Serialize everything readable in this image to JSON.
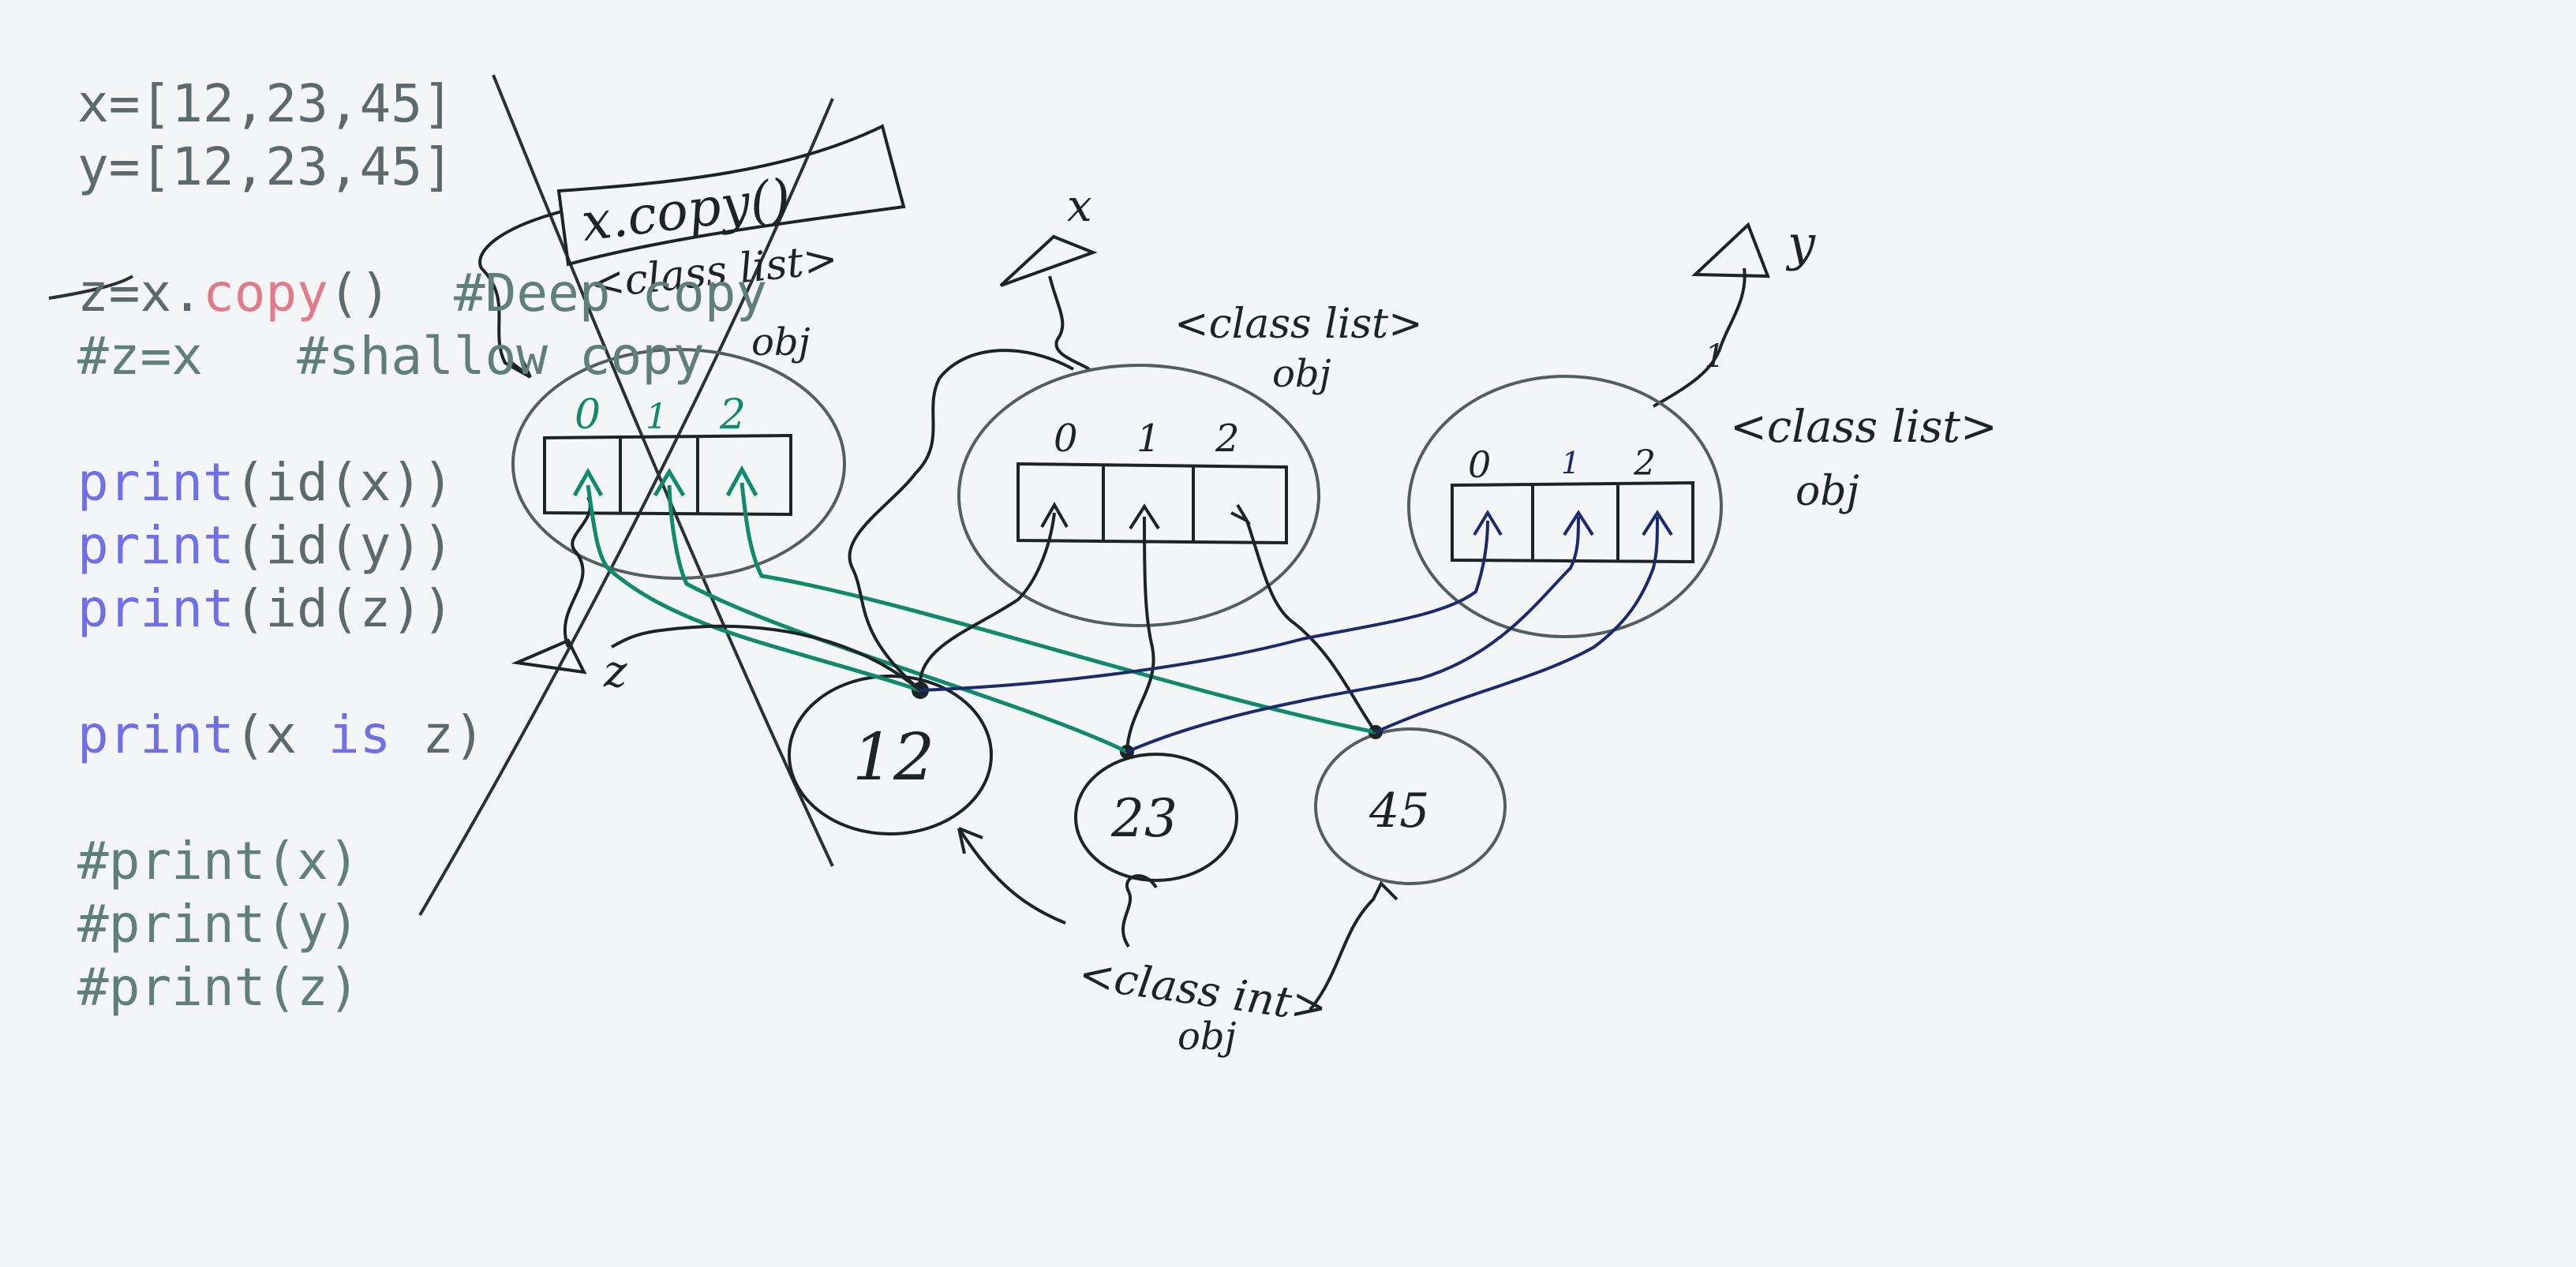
{
  "code": {
    "lines": [
      [
        {
          "t": "x=[12,23,45]",
          "c": "df"
        }
      ],
      [
        {
          "t": "y=[12,23,45]",
          "c": "df"
        }
      ],
      [],
      [
        {
          "t": "z=x.",
          "c": "df"
        },
        {
          "t": "copy",
          "c": "fn"
        },
        {
          "t": "()  ",
          "c": "df"
        },
        {
          "t": "#Deep copy",
          "c": "cm"
        }
      ],
      [
        {
          "t": "#z=x   #shallow copy",
          "c": "cm"
        }
      ],
      [],
      [
        {
          "t": "print",
          "c": "kw"
        },
        {
          "t": "(id(x))",
          "c": "df"
        }
      ],
      [
        {
          "t": "print",
          "c": "kw"
        },
        {
          "t": "(id(y))",
          "c": "df"
        }
      ],
      [
        {
          "t": "print",
          "c": "kw"
        },
        {
          "t": "(id(z))",
          "c": "df"
        }
      ],
      [],
      [
        {
          "t": "print",
          "c": "kw"
        },
        {
          "t": "(x ",
          "c": "df"
        },
        {
          "t": "is",
          "c": "kw"
        },
        {
          "t": " z)",
          "c": "df"
        }
      ],
      [],
      [
        {
          "t": "#print(x)",
          "c": "cm"
        }
      ],
      [
        {
          "t": "#print(y)",
          "c": "cm"
        }
      ],
      [
        {
          "t": "#print(z)",
          "c": "cm"
        }
      ]
    ]
  },
  "annotations": {
    "copy_box": "x.copy()",
    "class_list_z": "<class list>",
    "obj_z": "obj",
    "var_z": "z",
    "var_x": "x",
    "class_list_x": "<class list>",
    "obj_x": "obj",
    "var_y": "y",
    "class_list_y": "<class list>",
    "obj_y": "obj",
    "class_int": "<class int>",
    "obj_int": "obj",
    "edge_label_y": "1"
  },
  "lists": [
    {
      "id": "z",
      "indices": [
        "0",
        "1",
        "2"
      ]
    },
    {
      "id": "x",
      "indices": [
        "0",
        "1",
        "2"
      ]
    },
    {
      "id": "y",
      "indices": [
        "0",
        "1",
        "2"
      ]
    }
  ],
  "ints": [
    "12",
    "23",
    "45"
  ],
  "colors": {
    "ink": "#1e2426",
    "teal": "#0f8a6a",
    "navy": "#1a2a6c",
    "background": "#f4f5f6"
  }
}
